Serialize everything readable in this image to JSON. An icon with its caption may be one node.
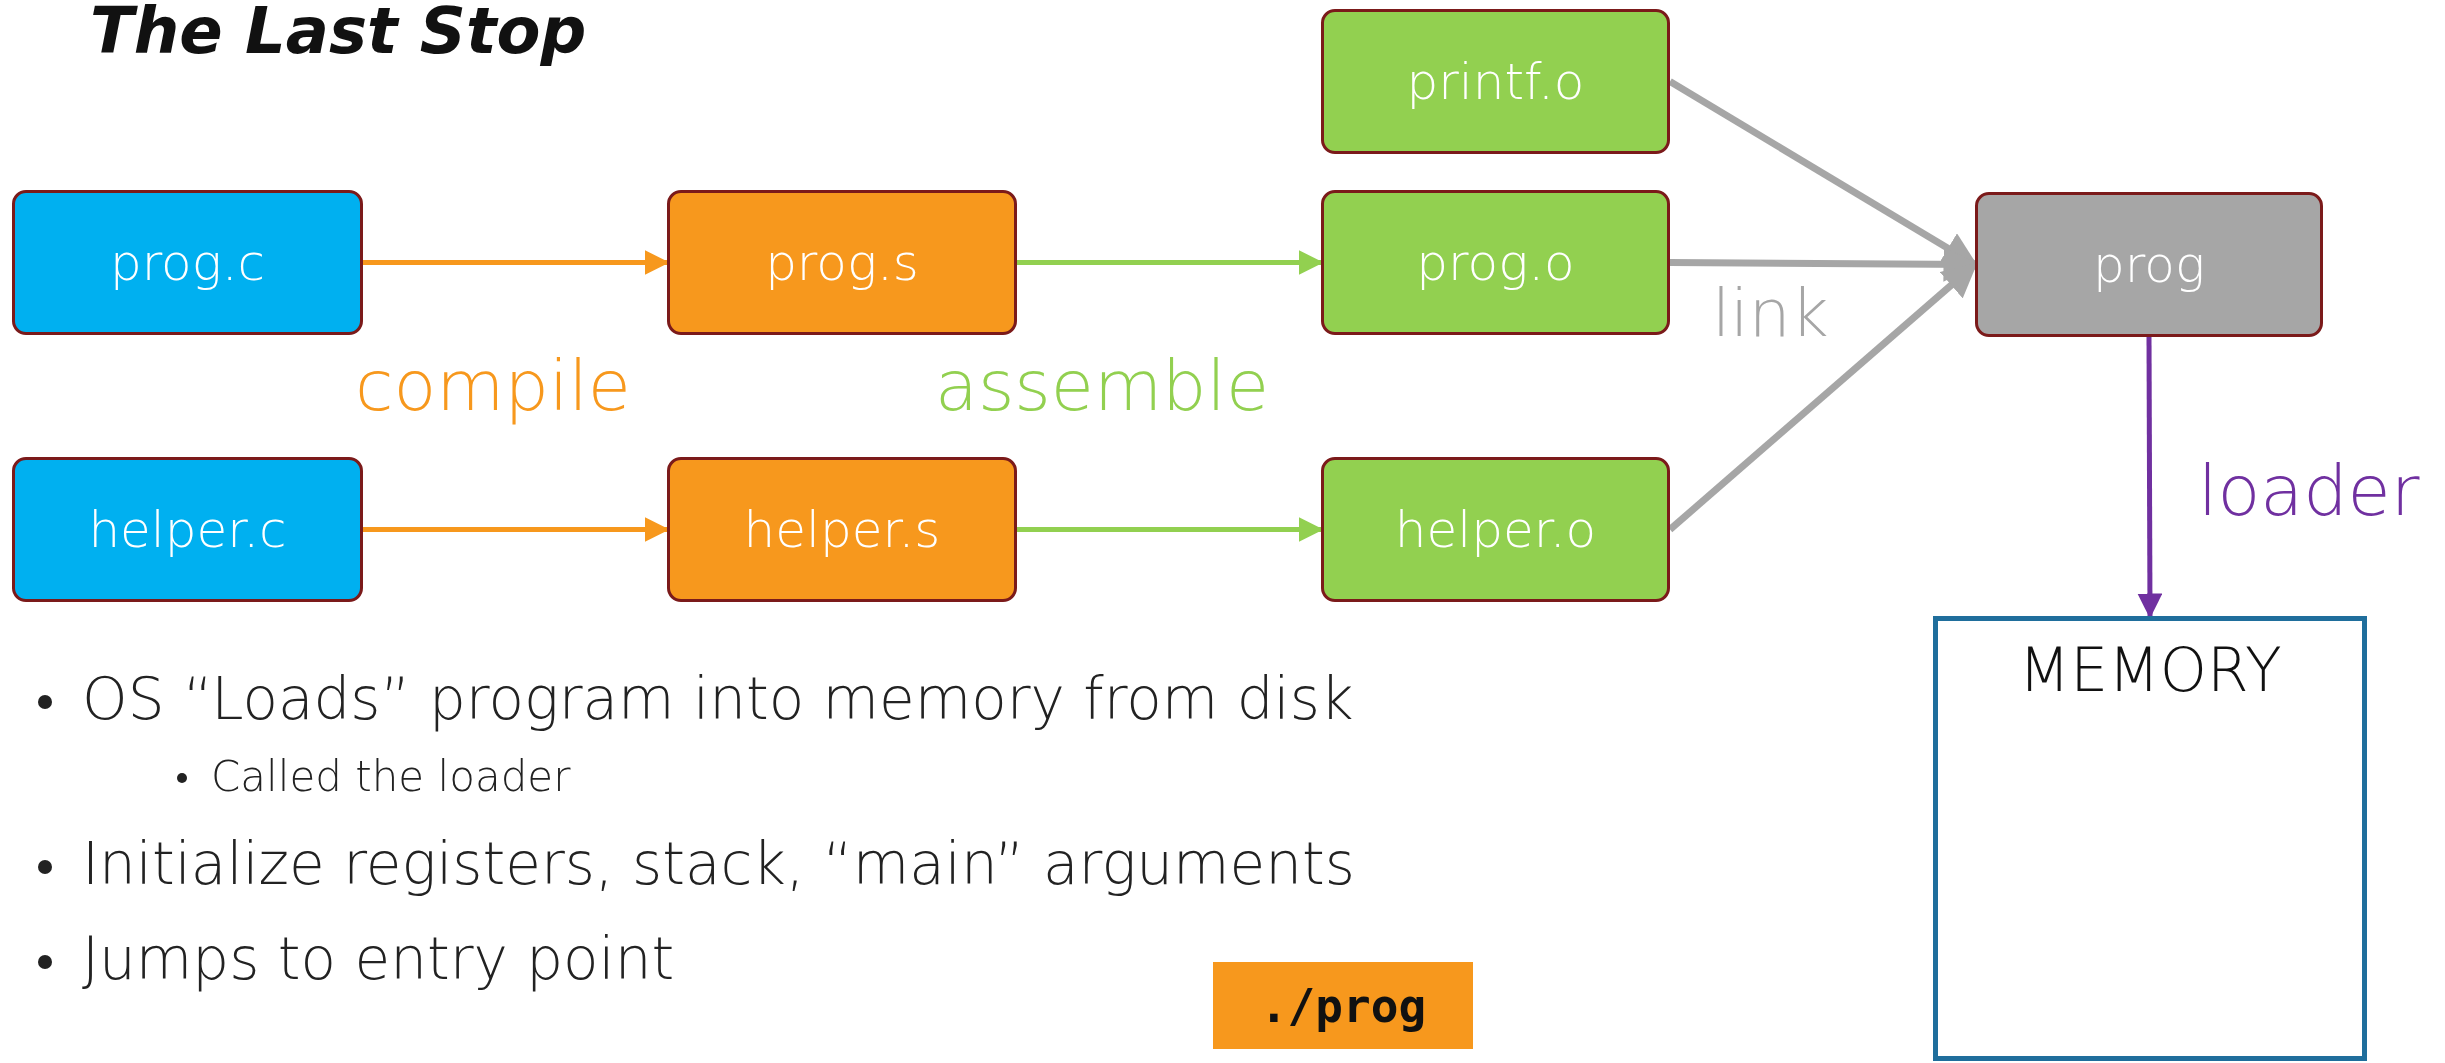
{
  "diagram": {
    "title": "The Last Stop",
    "nodes": [
      {
        "text": [
          "printf.o"
        ]
      },
      {
        "text": [
          "prog.c"
        ]
      },
      {
        "text": [
          "prog.s"
        ]
      },
      {
        "text": [
          "prog.o"
        ]
      },
      {
        "text": [
          "prog"
        ]
      },
      {
        "text": [
          "helper.c"
        ]
      },
      {
        "text": [
          "helper.s"
        ]
      },
      {
        "text": [
          "helper.o"
        ]
      },
      {
        "text": [
          "MEMORY"
        ]
      },
      {
        "text": [
          "./prog"
        ]
      }
    ],
    "edges": [
      {
        "from": 1,
        "to": 2,
        "arrow": "to",
        "color": "#f7981d"
      },
      {
        "from": 2,
        "to": 3,
        "arrow": "to",
        "color": "#92d050"
      },
      {
        "from": 5,
        "to": 6,
        "arrow": "to",
        "color": "#f7981d"
      },
      {
        "from": 6,
        "to": 7,
        "arrow": "to",
        "color": "#92d050"
      },
      {
        "from": 0,
        "to": 4,
        "arrow": "to"
      },
      {
        "from": 3,
        "to": 4,
        "arrow": "to"
      },
      {
        "from": 7,
        "to": 4,
        "arrow": "to"
      },
      {
        "from": 4,
        "to": 8,
        "arrow": "to",
        "color": "#7030a0"
      }
    ],
    "labels": [
      "compile",
      "assemble",
      "link",
      "loader",
      "OS “Loads” program into memory from disk",
      "Called the loader",
      "Initialize registers, stack, “main” arguments",
      "Jumps to entry point"
    ]
  }
}
